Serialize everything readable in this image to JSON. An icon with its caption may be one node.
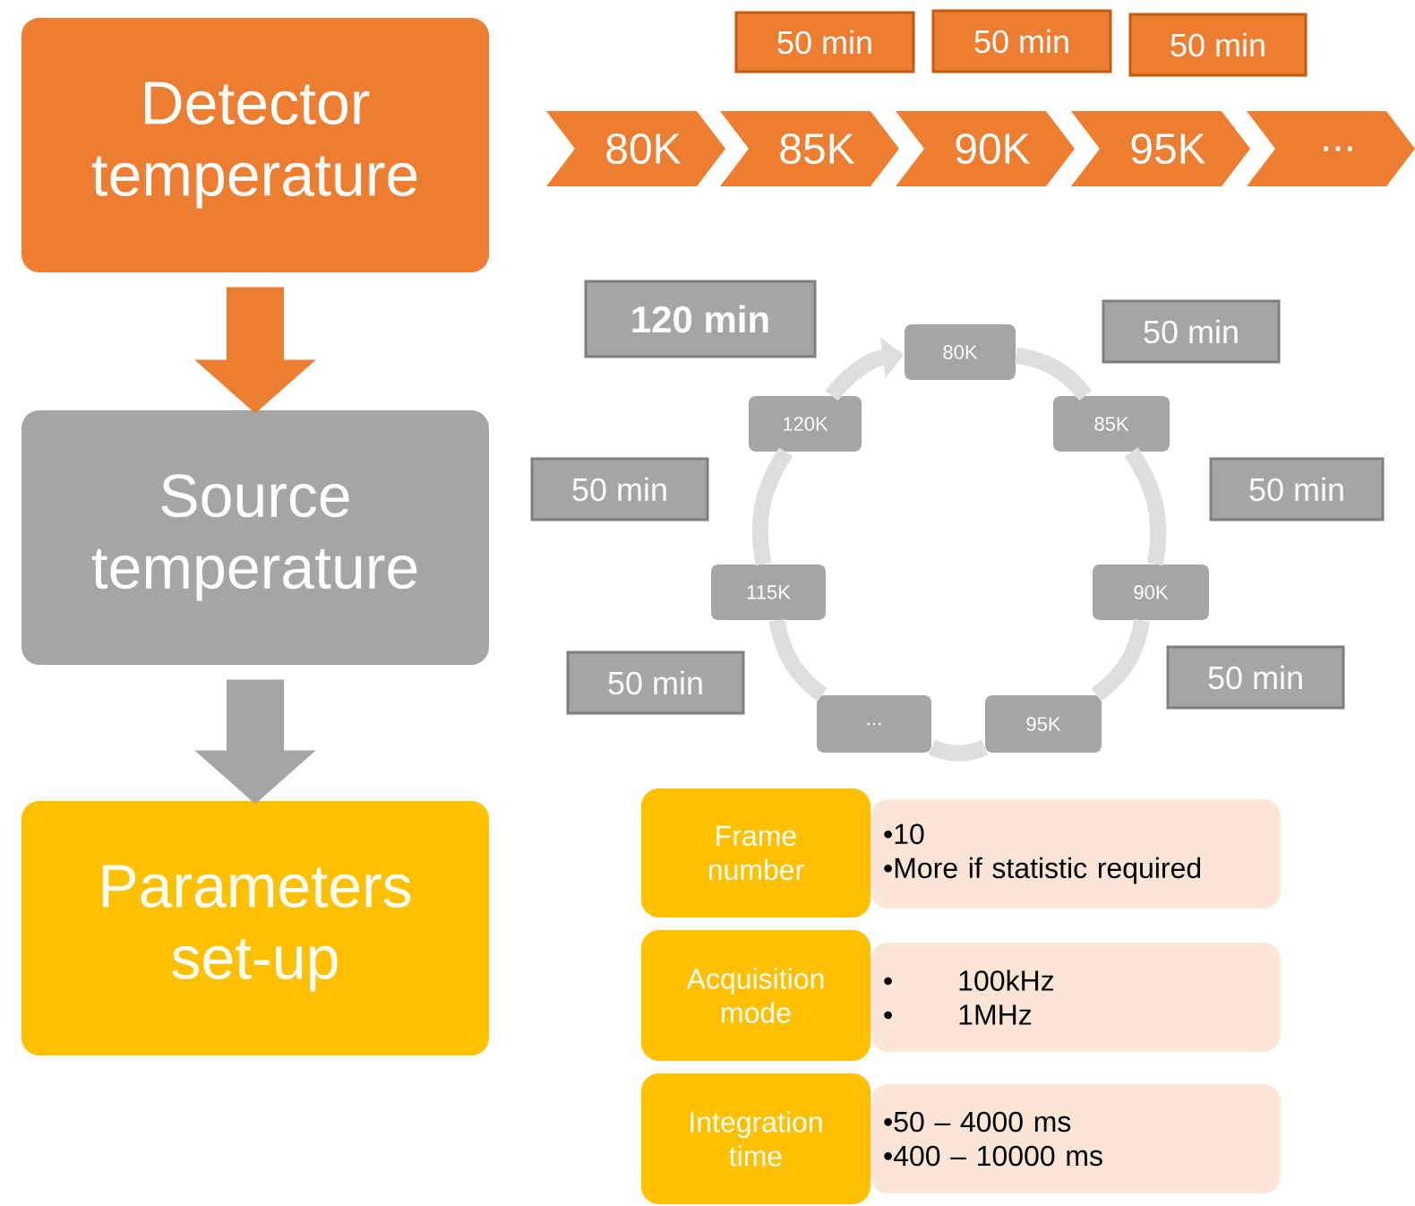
{
  "diagram": {
    "nodes": [
      {
        "text": [
          "Detector temperature"
        ]
      },
      {
        "text": [
          "Source temperature"
        ]
      },
      {
        "text": [
          "Parameters set-up"
        ]
      },
      {
        "text": [
          "50 min"
        ]
      },
      {
        "text": [
          "50 min"
        ]
      },
      {
        "text": [
          "50 min"
        ]
      },
      {
        "text": [
          "80K"
        ]
      },
      {
        "text": [
          "85K"
        ]
      },
      {
        "text": [
          "90K"
        ]
      },
      {
        "text": [
          "95K"
        ]
      },
      {
        "text": [
          "..."
        ]
      },
      {
        "text": [
          "120 min"
        ]
      },
      {
        "text": [
          "50 min"
        ]
      },
      {
        "text": [
          "50 min"
        ]
      },
      {
        "text": [
          "50 min"
        ]
      },
      {
        "text": [
          "50 min"
        ]
      },
      {
        "text": [
          "50 min"
        ]
      },
      {
        "text": [
          "80K"
        ]
      },
      {
        "text": [
          "85K"
        ]
      },
      {
        "text": [
          "90K"
        ]
      },
      {
        "text": [
          "95K"
        ]
      },
      {
        "text": [
          "..."
        ]
      },
      {
        "text": [
          "115K"
        ]
      },
      {
        "text": [
          "120K"
        ]
      },
      {
        "text": [
          "Frame number"
        ]
      },
      {
        "text": [
          "•10",
          "•More if statistic required"
        ]
      },
      {
        "text": [
          "Acquisition mode"
        ]
      },
      {
        "text": [
          "•",
          "100kHz",
          "•",
          "1MHz"
        ]
      },
      {
        "text": [
          "Integration time"
        ]
      },
      {
        "text": [
          "•50 – 4000 ms",
          "•400 – 10000 ms"
        ]
      }
    ],
    "edges": [
      {
        "from": 0,
        "to": 1,
        "arrow": "to",
        "style": "thick",
        "color": "#ed7d31"
      },
      {
        "from": 1,
        "to": 2,
        "arrow": "to",
        "style": "thick",
        "color": "#a5a5a5"
      },
      {
        "from": 17,
        "to": 18,
        "arrow": "none"
      },
      {
        "from": 18,
        "to": 19,
        "arrow": "none"
      },
      {
        "from": 19,
        "to": 20,
        "arrow": "none"
      },
      {
        "from": 20,
        "to": 21,
        "arrow": "none"
      },
      {
        "from": 21,
        "to": 22,
        "arrow": "none"
      },
      {
        "from": 22,
        "to": 23,
        "arrow": "none"
      },
      {
        "from": 23,
        "to": 17,
        "arrow": "to"
      }
    ]
  }
}
